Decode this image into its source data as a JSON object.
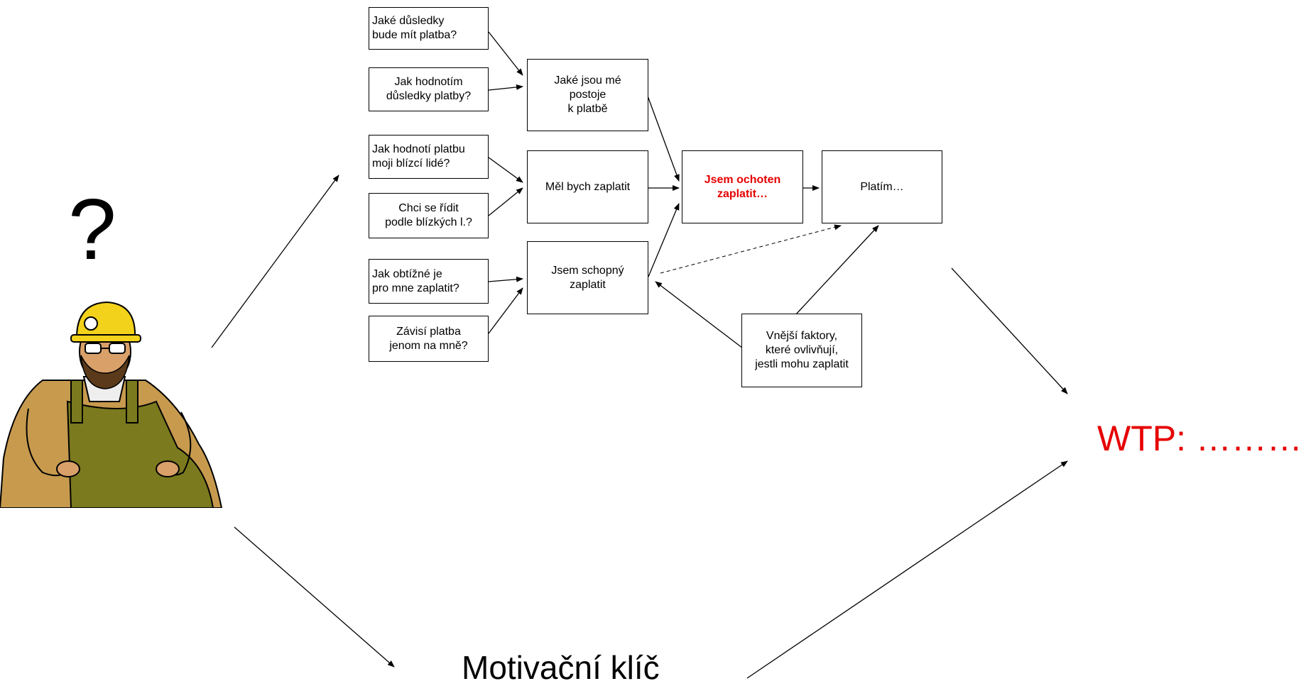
{
  "question_mark": "?",
  "boxes": {
    "q1": "Jaké důsledky\nbude mít platba?",
    "q2": "Jak hodnotím\ndůsledky platby?",
    "q3": "Jak hodnotí platbu\nmoji blízcí lidé?",
    "q4": "Chci se řídit\npodle blízkých l.?",
    "q5": "Jak obtížné je\npro mne zaplatit?",
    "q6": "Závisí platba\njenom na mně?",
    "attitude": "Jaké jsou mé\npostoje\nk platbě",
    "should": "Měl bych zaplatit",
    "able": "Jsem schopný\nzaplatit",
    "willing": "Jsem ochoten\nzaplatit…",
    "paying": "Platím…",
    "external": "Vnější faktory,\nkteré ovlivňují,\njestli mohu zaplatit"
  },
  "wtp": "WTP: ………",
  "motivation_key": "Motivační klíč",
  "colors": {
    "highlight": "#e60000",
    "helmet": "#f2d21b",
    "shirt": "#c79a4e",
    "overalls": "#7b7a1e"
  },
  "icons": [
    "miner-worker-illustration"
  ]
}
